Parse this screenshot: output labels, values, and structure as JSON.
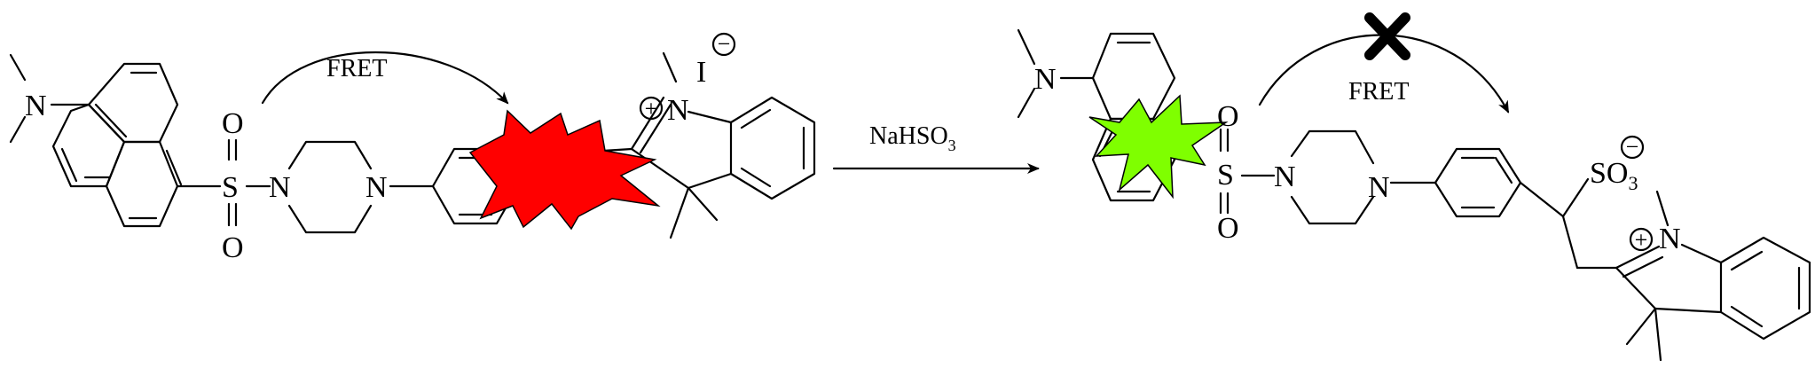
{
  "scheme": {
    "left_molecule": {
      "amine_n": "N",
      "sulfonyl_s": "S",
      "sulfonyl_o_top": "O",
      "sulfonyl_o_bottom": "O",
      "piperazine_n1": "N",
      "piperazine_n2": "N",
      "indolium_n": "N",
      "counterion": "I",
      "indolium_charge": "+",
      "counterion_charge": "−",
      "fret_label": "FRET",
      "burst_color": "#ff0000"
    },
    "reaction": {
      "reagent_prefix": "NaHSO",
      "reagent_subscript": "3"
    },
    "right_molecule": {
      "amine_n": "N",
      "sulfonyl_s": "S",
      "sulfonyl_o_top": "O",
      "sulfonyl_o_bottom": "O",
      "piperazine_n1": "N",
      "piperazine_n2": "N",
      "sulfonate_prefix": "SO",
      "sulfonate_subscript": "3",
      "sulfonate_charge": "−",
      "indolium_n": "N",
      "indolium_charge": "+",
      "fret_label": "FRET",
      "burst_color": "#7fff00",
      "blocked_marker_color": "#000000"
    }
  }
}
